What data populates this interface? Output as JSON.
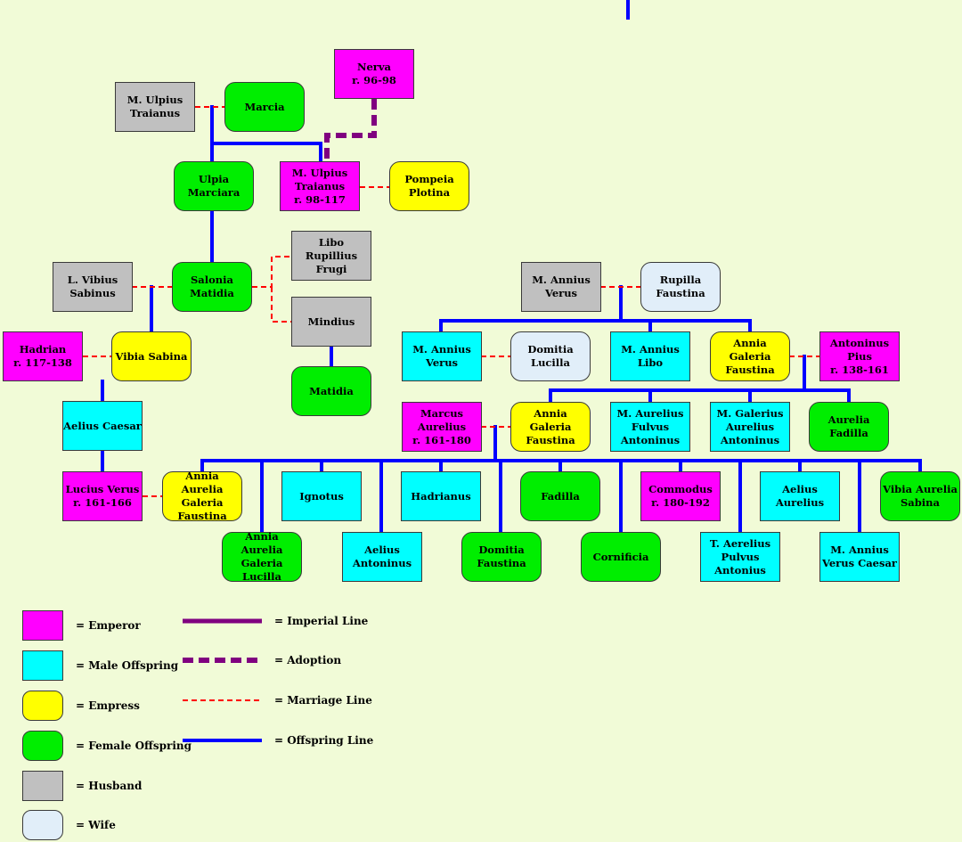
{
  "colors": {
    "emperor": "#ff00ff",
    "male": "#00ffff",
    "empress": "#ffff00",
    "female": "#00ee00",
    "husband": "#c0c0c0",
    "wife": "#e1eef9",
    "imperial_line": "#800080",
    "adoption": "#800080",
    "marriage": "#ff0000",
    "offspring": "#0000ff",
    "background": "#f1fbd7"
  },
  "people": {
    "nerva": "Nerva\nr. 96-98",
    "ulpius_sr": "M. Ulpius\nTraianus",
    "marcia": "Marcia",
    "ulpia": "Ulpia\nMarciara",
    "trajan": "M. Ulpius\nTraianus\nr. 98-117",
    "plotina": "Pompeia\nPlotina",
    "libo_frugi": "Libo Rupillius\nFrugi",
    "vibius_sabinus": "L. Vibius\nSabinus",
    "salonia": "Salonia\nMatidia",
    "mindius": "Mindius",
    "hadrian": "Hadrian\nr. 117-138",
    "vibia_sabina": "Vibia Sabina",
    "matidia": "Matidia",
    "aelius_caesar": "Aelius Caesar",
    "lucius_verus": "Lucius Verus\nr. 161-166",
    "annia_lucilla_wife": "Annia Aurelia\nGaleria\nFaustina",
    "annius_verus_sr": "M. Annius\nVerus",
    "rupilla": "Rupilla\nFaustina",
    "annius_verus_jr": "M. Annius\nVerus",
    "domitia_lucilla": "Domitia\nLucilla",
    "annius_libo": "M. Annius\nLibo",
    "faustina_elder": "Annia Galeria\nFaustina",
    "antoninus_pius": "Antoninus\nPius\nr. 138-161",
    "marcus_aurelius": "Marcus\nAurelius\nr. 161-180",
    "faustina_younger": "Annia Galeria\nFaustina",
    "fulvus": "M. Aurelius\nFulvus\nAntoninus",
    "galerius": "M. Galerius\nAurelius\nAntoninus",
    "aurelia_fadilla": "Aurelia\nFadilla",
    "ignotus": "Ignotus",
    "hadrianus": "Hadrianus",
    "fadilla": "Fadilla",
    "commodus": "Commodus\nr. 180-192",
    "aelius_aurelius": "Aelius\nAurelius",
    "vibia_aurelia": "Vibia Aurelia\nSabina",
    "lucilla": "Annia Aurelia\nGaleria\nLucilla",
    "aelius_antoninus": "Aelius\nAntoninus",
    "domitia_faustina": "Domitia\nFaustina",
    "cornificia": "Cornificia",
    "pulvus": "T. Aerelius\nPulvus\nAntonius",
    "verus_caesar": "M. Annius\nVerus Caesar"
  },
  "legend": {
    "emperor": "= Emperor",
    "male": "= Male Offspring",
    "empress": "= Empress",
    "female": "= Female Offspring",
    "husband": "= Husband",
    "wife": "= Wife",
    "imperial_line": "= Imperial Line",
    "adoption": "= Adoption",
    "marriage": "= Marriage Line",
    "offspring": "= Offspring Line"
  }
}
